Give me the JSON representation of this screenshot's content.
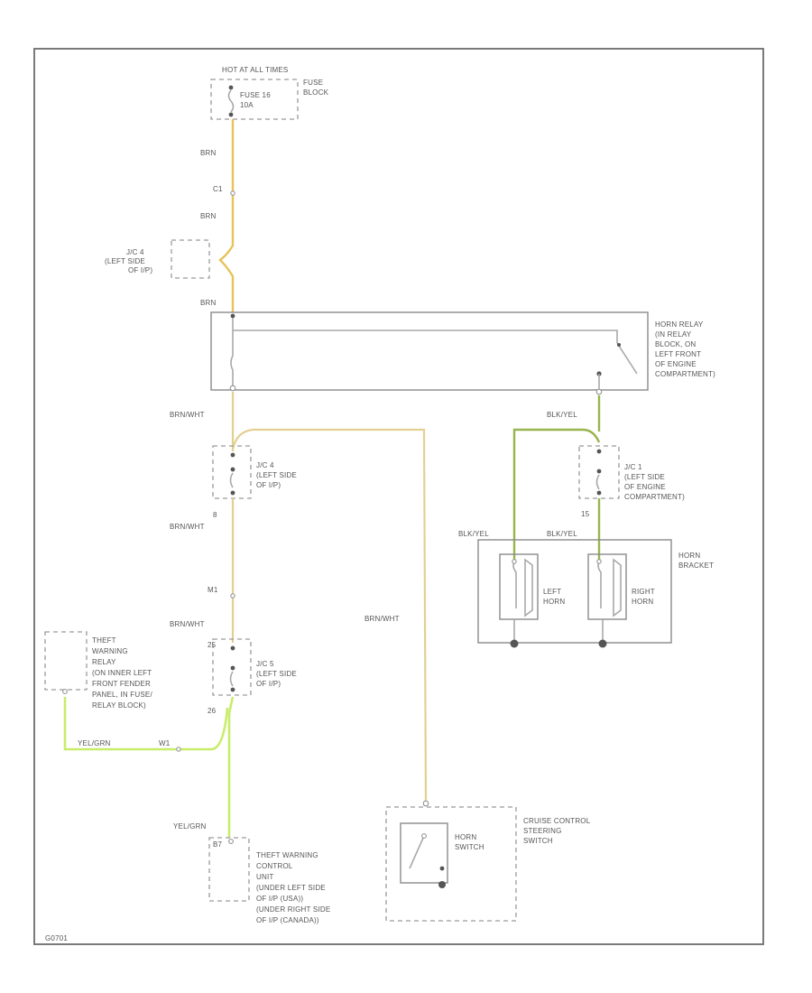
{
  "diagram": {
    "hot_label": "HOT AT ALL TIMES",
    "fuse_block": "FUSE\nBLOCK",
    "fuse": "FUSE 16\n10A",
    "wire_brn_1": "BRN",
    "wire_brn_2": "BRN",
    "wire_brn_3": "BRN",
    "jc4": "J/C 4\n(LEFT SIDE\nOF I/P)",
    "horn_relay": "HORN RELAY\n(IN RELAY\nBLOCK, ON\nLEFT FRONT\nOF ENGINE\nCOMPARTMENT)",
    "wire_brn_wht_1": "BRN/WHT",
    "wire_blk_yel_1": "BLK/YEL",
    "jc4b": "J/C 4\n(LEFT SIDE\nOF I/P)",
    "jc1": "J/C 1\n(LEFT SIDE\nOF ENGINE\nCOMPARTMENT)",
    "wire_brn_wht_2": "BRN/WHT",
    "wire_blk_yel_2": "BLK/YEL",
    "wire_blk_yel_3": "BLK/YEL",
    "horn_bracket": "HORN\nBRACKET",
    "left_horn": "LEFT\nHORN",
    "right_horn": "RIGHT\nHORN",
    "theft_relay": "THEFT\nWARNING\nRELAY\n(ON INNER LEFT\nFRONT FENDER\nPANEL, IN FUSE/\nRELAY BLOCK)",
    "wire_brn_wht_3": "BRN/WHT",
    "wire_brn_wht_4": "BRN/WHT",
    "jc5": "J/C 5\n(LEFT SIDE\nOF I/P)",
    "wire_yel_grn_1": "YEL/GRN",
    "wire_yel_grn_2": "YEL/GRN",
    "theft_control": "THEFT WARNING\nCONTROL\nUNIT\n(UNDER LEFT SIDE\nOF I/P (USA))\n(UNDER RIGHT SIDE\nOF I/P (CANADA))",
    "horn_switch": "HORN\nSWITCH",
    "cruise_switch": "CRUISE CONTROL\nSTEERING\nSWITCH",
    "footer_code": "G0701"
  }
}
